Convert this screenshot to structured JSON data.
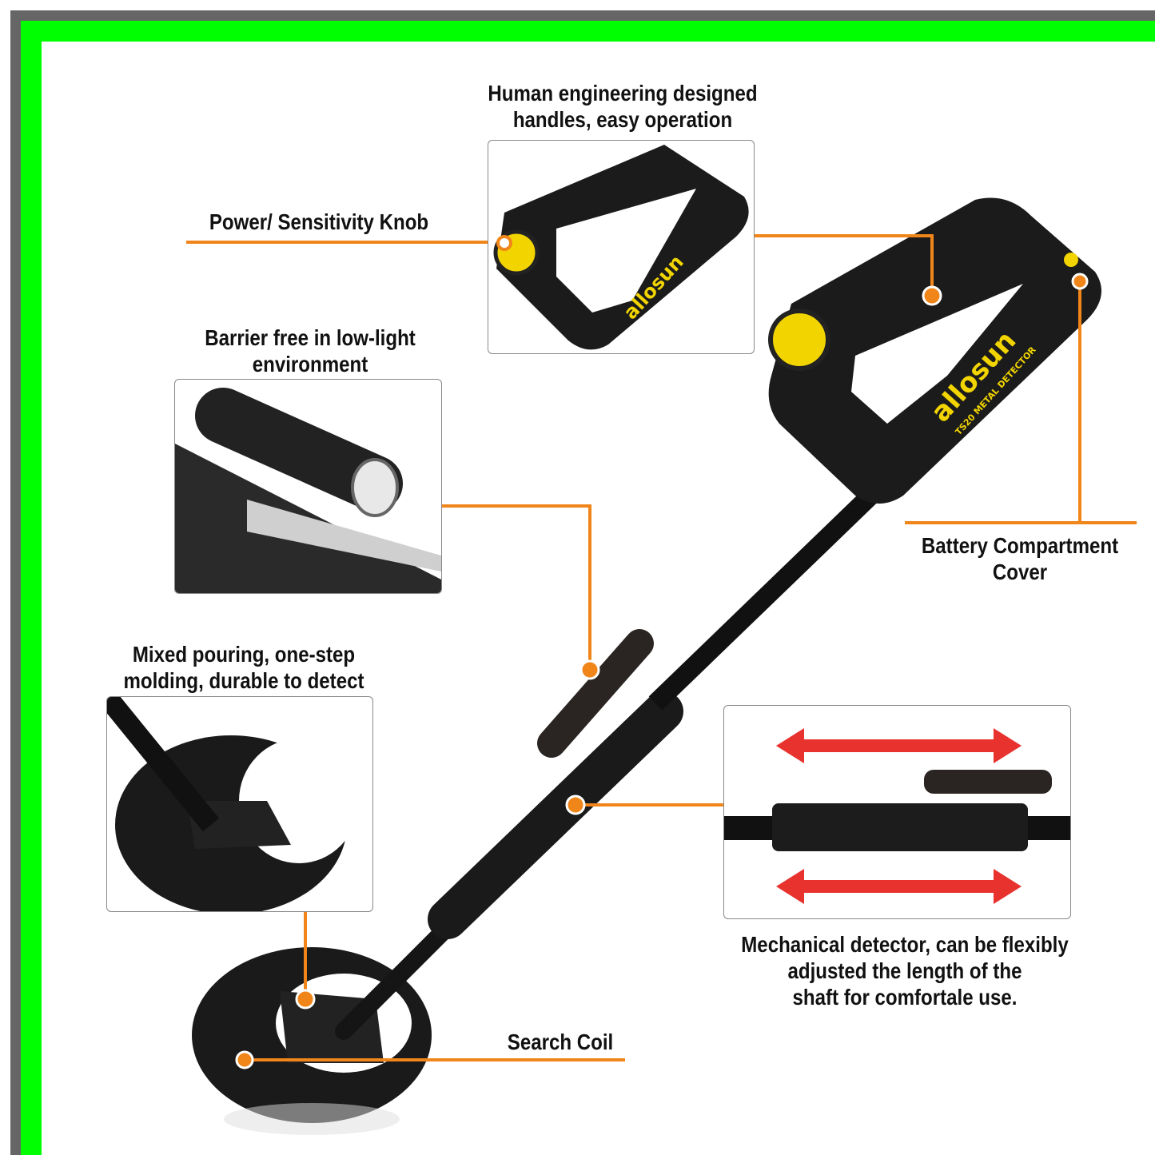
{
  "colors": {
    "frame_gray": "#666666",
    "frame_green": "#00ff00",
    "callout": "#f0861a",
    "arrow": "#e8322e",
    "body": "#1c1c1c",
    "brand_yellow": "#f2d500"
  },
  "callouts": {
    "handle": {
      "lines": [
        "Human engineering designed",
        "handles, easy operation"
      ]
    },
    "knob": {
      "lines": [
        "Power/ Sensitivity Knob"
      ]
    },
    "light": {
      "lines": [
        "Barrier free in low-light",
        "environment"
      ]
    },
    "molding": {
      "lines": [
        "Mixed pouring, one-step",
        "molding, durable to detect"
      ]
    },
    "battery": {
      "lines": [
        "Battery Compartment",
        "Cover"
      ]
    },
    "shaft": {
      "lines": [
        "Mechanical detector, can be flexibly",
        "adjusted the length of the",
        "shaft for comfortale use."
      ]
    },
    "coil": {
      "lines": [
        "Search Coil"
      ]
    }
  },
  "logo": {
    "brand": "allosun",
    "model": "TS20",
    "product": "METAL DETECTOR"
  }
}
